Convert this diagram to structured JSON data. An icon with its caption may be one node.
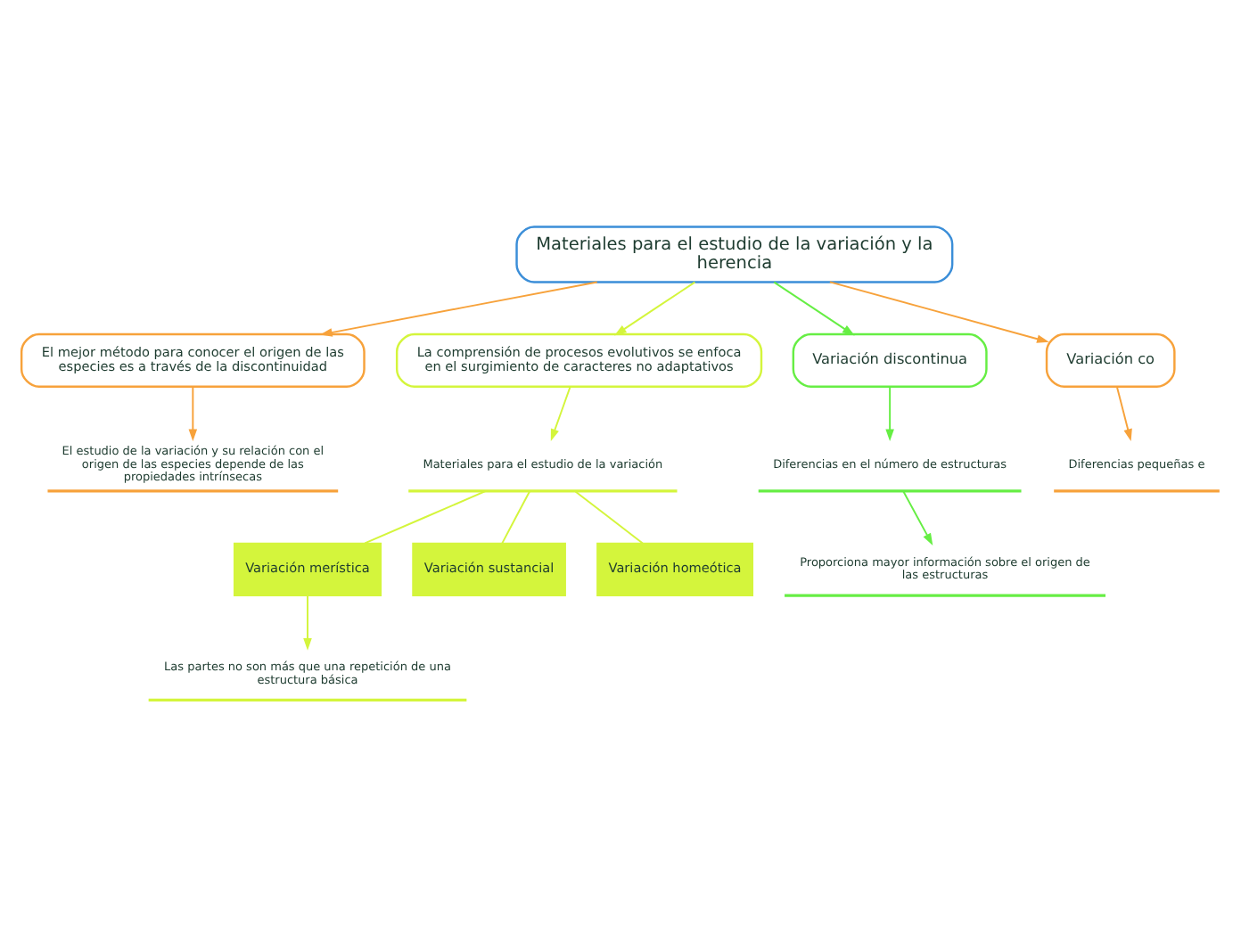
{
  "diagram": {
    "nodes": [
      {
        "text": [
          "Materiales para el estudio de la variación y la herencia"
        ]
      },
      {
        "text": [
          "El mejor método para conocer el origen de las especies es a través de la discontinuidad"
        ]
      },
      {
        "text": [
          "La comprensión de procesos evolutivos se enfoca en el surgimiento de caracteres no adaptativos"
        ]
      },
      {
        "text": [
          "Variación discontinua"
        ]
      },
      {
        "text": [
          "Variación co"
        ]
      },
      {
        "text": [
          "El estudio de la variación y su relación con el origen de las especies depende de las propiedades intrínsecas"
        ]
      },
      {
        "text": [
          "Materiales para el estudio de la variación"
        ]
      },
      {
        "text": [
          "Variación merística"
        ]
      },
      {
        "text": [
          "Las partes no son más que una repetición de una estructura básica"
        ]
      },
      {
        "text": [
          "Variación sustancial"
        ]
      },
      {
        "text": [
          "Variación homeótica"
        ]
      },
      {
        "text": [
          "Diferencias en el número de estructuras"
        ]
      },
      {
        "text": [
          "Proporciona mayor información sobre el origen de las estructuras"
        ]
      },
      {
        "text": [
          "Diferencias pequeñas e"
        ]
      }
    ],
    "edges": [
      {
        "from": 0,
        "to": 1,
        "arrow": "to",
        "color": "#f7a23b"
      },
      {
        "from": 0,
        "to": 2,
        "arrow": "to"
      },
      {
        "from": 0,
        "to": 3,
        "arrow": "to",
        "color": "#66ee44"
      },
      {
        "from": 0,
        "to": 4,
        "arrow": "to",
        "color": "#f7a23b"
      },
      {
        "from": 1,
        "to": 5,
        "arrow": "to",
        "color": "#f7a23b"
      },
      {
        "from": 2,
        "to": 6,
        "arrow": "to"
      },
      {
        "from": 6,
        "to": 7,
        "arrow": "none"
      },
      {
        "from": 7,
        "to": 8,
        "arrow": "to"
      },
      {
        "from": 6,
        "to": 9,
        "arrow": "none"
      },
      {
        "from": 6,
        "to": 10,
        "arrow": "none"
      },
      {
        "from": 3,
        "to": 11,
        "arrow": "to",
        "color": "#66ee44"
      },
      {
        "from": 11,
        "to": 12,
        "arrow": "to",
        "color": "#66ee44"
      },
      {
        "from": 4,
        "to": 13,
        "arrow": "to",
        "color": "#f7a23b"
      }
    ]
  }
}
